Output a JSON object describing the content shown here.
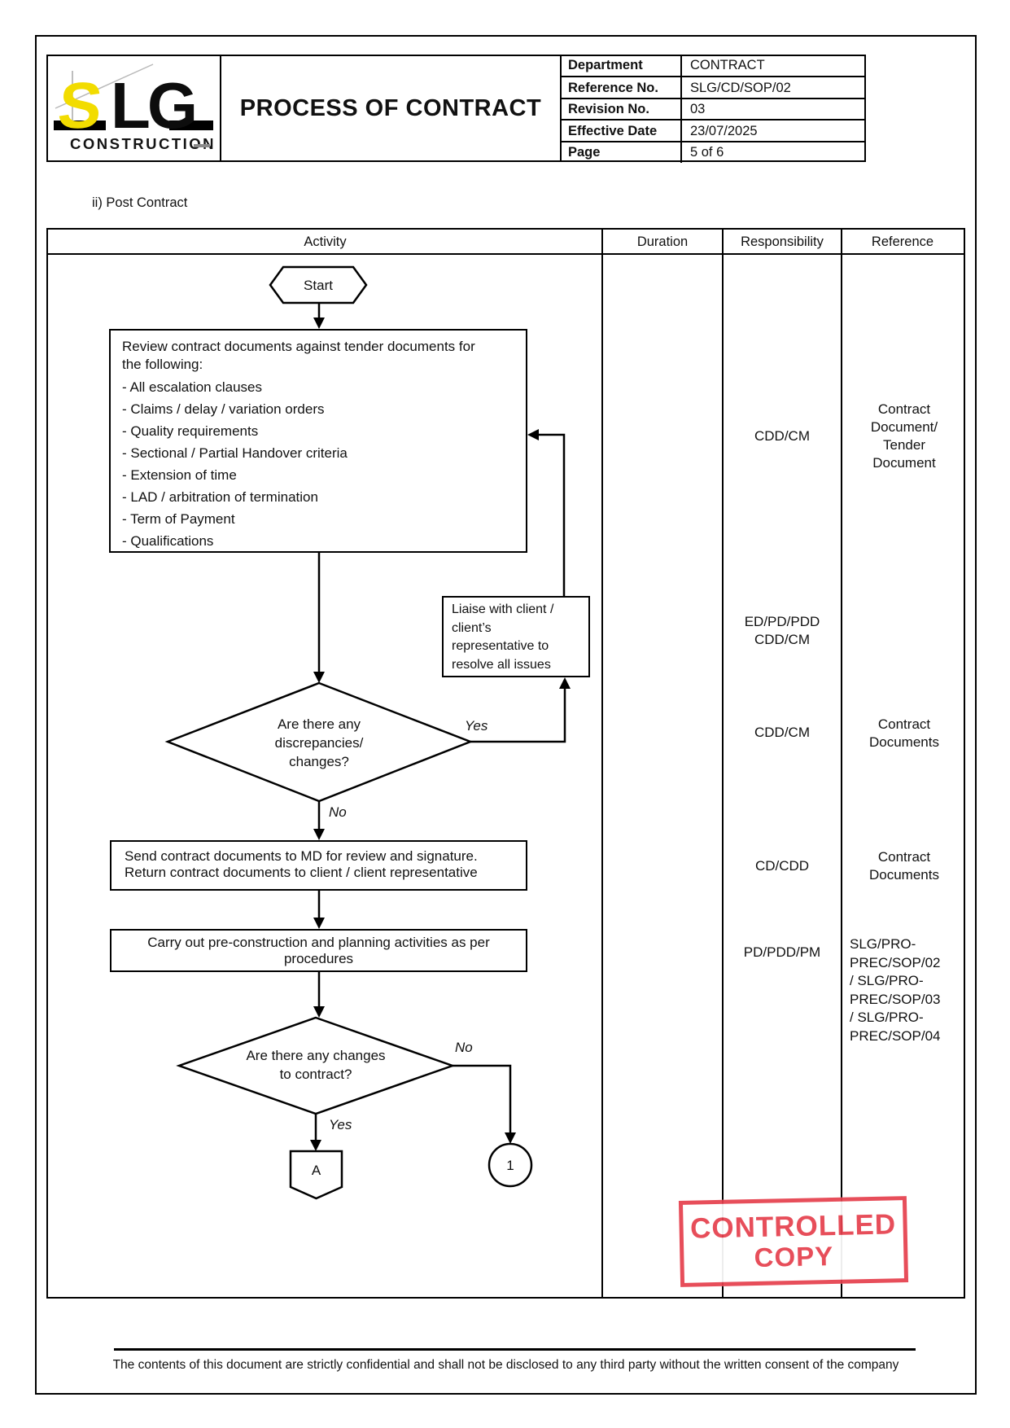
{
  "header": {
    "logo": {
      "s": "S",
      "lg": "LG",
      "sub": "CONSTRUCTION"
    },
    "title": "PROCESS OF CONTRACT",
    "info": [
      {
        "label": "Department",
        "value": "CONTRACT"
      },
      {
        "label": "Reference No.",
        "value": "SLG/CD/SOP/02"
      },
      {
        "label": "Revision No.",
        "value": "03"
      },
      {
        "label": "Effective Date",
        "value": "23/07/2025"
      },
      {
        "label": "Page",
        "value": "5 of 6"
      }
    ]
  },
  "section_label": "ii) Post Contract",
  "table": {
    "columns": [
      "Activity",
      "Duration",
      "Responsibility",
      "Reference"
    ]
  },
  "flowchart": {
    "start_label": "Start",
    "review_box": {
      "intro_lines": [
        "Review contract documents against tender documents for",
        "the following:"
      ],
      "items": [
        "- All escalation clauses",
        "- Claims / delay / variation orders",
        "- Quality requirements",
        "- Sectional / Partial Handover criteria",
        "- Extension of time",
        "- LAD / arbitration of termination",
        "- Term of Payment",
        "- Qualifications"
      ]
    },
    "liaise_box": {
      "lines": [
        "Liaise with client /",
        "client’s",
        "representative to",
        "resolve all issues"
      ]
    },
    "decision1": {
      "lines": [
        "Are there any",
        "discrepancies/",
        "changes?"
      ],
      "yes": "Yes",
      "no": "No"
    },
    "send_box": {
      "lines": [
        "Send contract documents to MD for review and signature.",
        "Return contract documents to client / client representative"
      ]
    },
    "carry_box": {
      "lines": [
        "Carry out pre-construction and planning activities as per",
        "procedures"
      ]
    },
    "decision2": {
      "lines": [
        "Are there any changes",
        "to contract?"
      ],
      "yes": "Yes",
      "no": "No"
    },
    "connector_a": "A",
    "connector_1": "1"
  },
  "annotations": {
    "row1": {
      "responsibility": "CDD/CM",
      "reference_lines": [
        "Contract",
        "Document/",
        "Tender",
        "Document"
      ]
    },
    "row2": {
      "responsibility_lines": [
        "ED/PD/PDD",
        "CDD/CM"
      ]
    },
    "row3": {
      "responsibility": "CDD/CM",
      "reference_lines": [
        "Contract",
        "Documents"
      ]
    },
    "row4": {
      "responsibility": "CD/CDD",
      "reference_lines": [
        "Contract",
        "Documents"
      ]
    },
    "row5": {
      "responsibility": "PD/PDD/PM",
      "reference_lines": [
        "SLG/PRO-",
        "PREC/SOP/02",
        "/  SLG/PRO-",
        "PREC/SOP/03",
        "/  SLG/PRO-",
        "PREC/SOP/04"
      ]
    }
  },
  "stamp": {
    "line1": "CONTROLLED",
    "line2": "COPY",
    "color": "#e6414e"
  },
  "footer": "The contents of this document are strictly confidential and shall not be disclosed to any third party without the written consent of the company"
}
